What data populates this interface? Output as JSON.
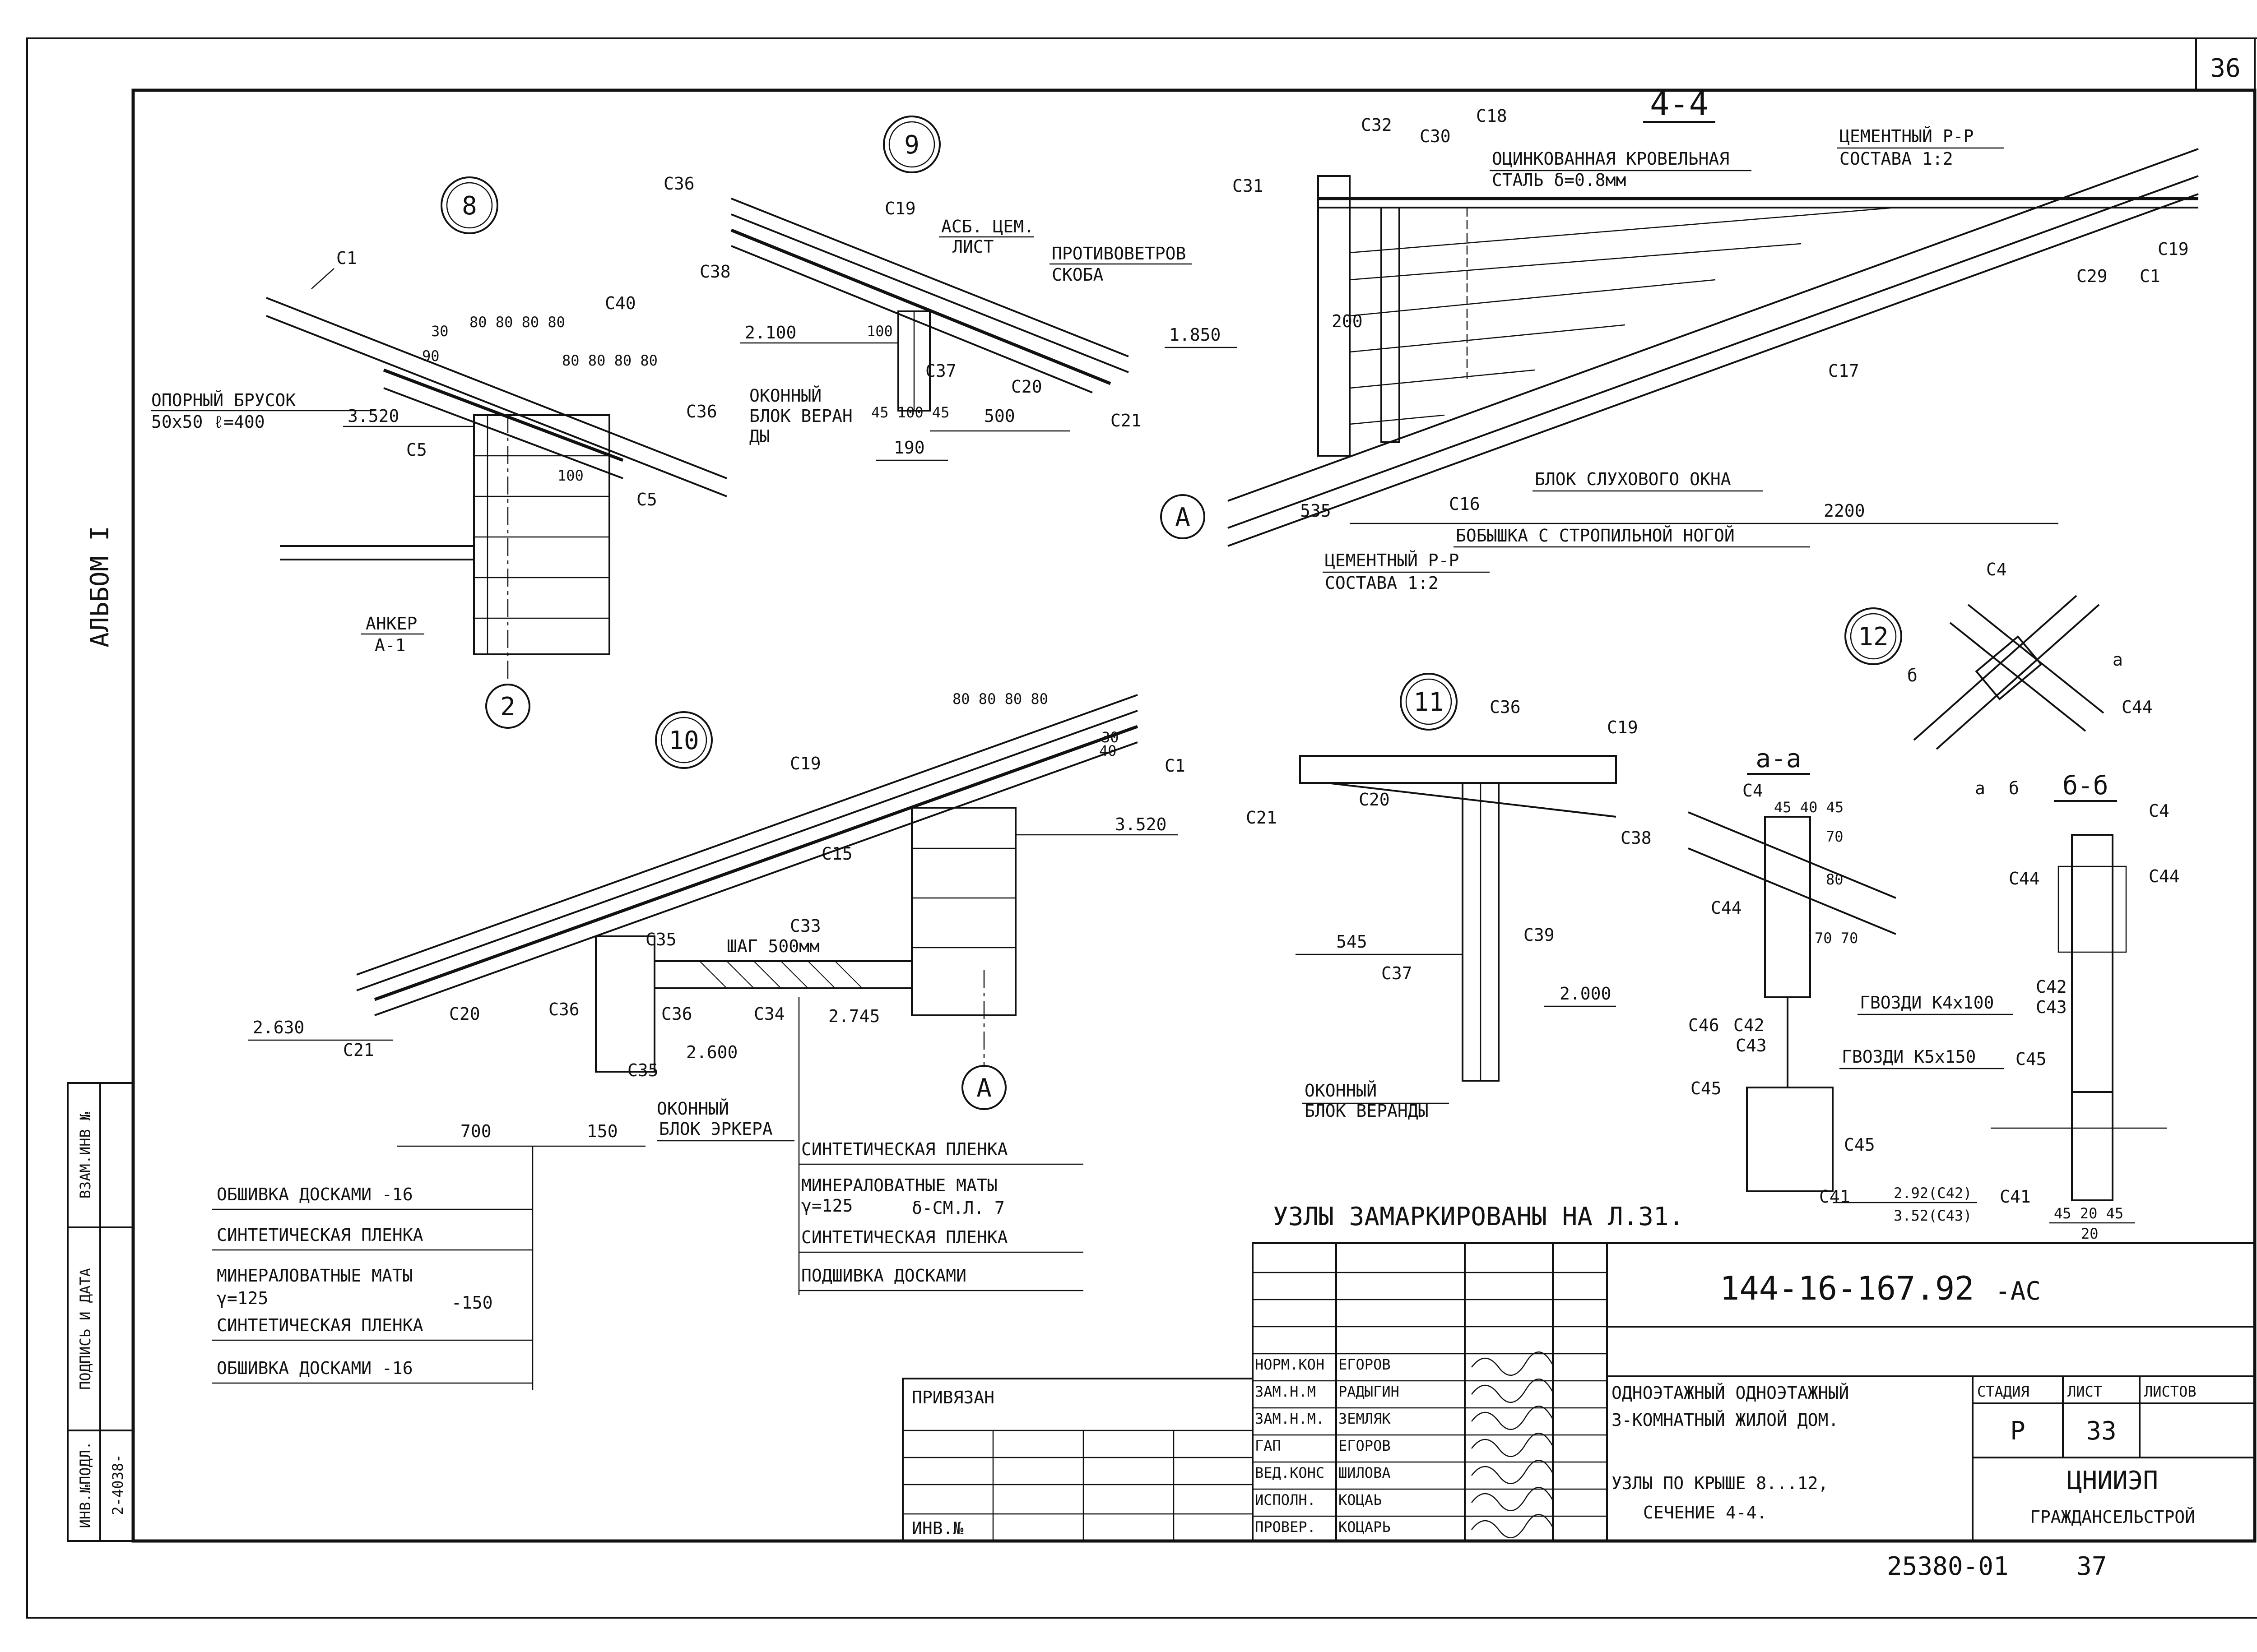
{
  "sheet": {
    "corner_number": "36",
    "album": "АЛЬБОМ I",
    "side_stamp": {
      "inv_podl": "ИНВ.№ПОДЛ.",
      "inv_value": "2-4038-",
      "podpis": "ПОДПИСЬ И ДАТА",
      "vzam": "ВЗАМ.ИНВ №"
    }
  },
  "detail8": {
    "number": "8",
    "labels": {
      "c1": "C1",
      "c40": "C40",
      "c36": "C36",
      "c5a": "C5",
      "c5b": "C5",
      "dims_top": "80 80 80 80",
      "dims_top2": "80 80 80 80",
      "d90": "90",
      "d30": "30",
      "brusok": "ОПОРНЫЙ БРУСОК",
      "brusok_size": "50x50 ℓ=400",
      "elev": "3.520",
      "d100": "100",
      "anker": "АНКЕР",
      "anker_code": "А-1",
      "axis": "2"
    }
  },
  "detail9": {
    "number": "9",
    "labels": {
      "c36": "C36",
      "c19": "C19",
      "asb": "АСБ. ЦЕМ.",
      "list": "ЛИСТ",
      "c38": "C38",
      "protiv": "ПРОТИВОВЕТРОВ",
      "skoba": "СКОБА",
      "elev1": "2.100",
      "elev2": "1.850",
      "d100": "100",
      "c37": "C37",
      "c20": "C20",
      "c21": "C21",
      "okno1": "ОКОННЫЙ",
      "okno2": "БЛОК ВЕРАН",
      "okno3": "ДЫ",
      "dims": "45 100 45",
      "d500": "500",
      "d190": "190"
    }
  },
  "section44": {
    "title": "4-4",
    "labels": {
      "c32": "C32",
      "c30": "C30",
      "c18": "C18",
      "c31": "C31",
      "steel1": "ОЦИНКОВАННАЯ КРОВЕЛЬНАЯ",
      "steel2": "СТАЛЬ  δ=0.8мм",
      "cem1": "ЦЕМЕНТНЫЙ Р-Р",
      "cem2": "СОСТАВА 1:2",
      "c19": "C19",
      "c29": "C29",
      "c1": "C1",
      "c17": "C17",
      "d200": "200",
      "blok": "БЛОК СЛУХОВОГО ОКНА",
      "axis": "А",
      "d535": "535",
      "c16": "C16",
      "d2200": "2200",
      "bobyshka": "БОБЫШКА С СТРОПИЛЬНОЙ НОГОЙ",
      "cem3": "ЦЕМЕНТНЫЙ Р-Р",
      "cem4": "СОСТАВА 1:2"
    }
  },
  "detail10": {
    "number": "10",
    "labels": {
      "c19": "C19",
      "dims": "80 80 80 80",
      "d40": "40",
      "d30": "30",
      "c1": "C1",
      "elev1": "3.520",
      "c15": "C15",
      "c35a": "C35",
      "c33": "C33",
      "shag": "ШАГ 500мм",
      "c36a": "C36",
      "c36b": "C36",
      "c34": "C34",
      "elev2": "2.745",
      "c20": "C20",
      "c21": "C21",
      "elev3": "2.630",
      "elev4": "2.600",
      "c35b": "C35",
      "okno1": "ОКОННЫЙ",
      "okno2": "БЛОК ЭРКЕРА",
      "axis": "А",
      "d700": "700",
      "d150": "150"
    }
  },
  "detail11": {
    "number": "11",
    "labels": {
      "c36": "C36",
      "c19": "C19",
      "c21": "C21",
      "c20": "C20",
      "c38": "C38",
      "d545": "545",
      "c39": "C39",
      "c37": "C37",
      "elev": "2.000",
      "okno1": "ОКОННЫЙ",
      "okno2": "БЛОК ВЕРАНДЫ"
    }
  },
  "detail12": {
    "number": "12",
    "labels": {
      "c4": "C4",
      "a": "а",
      "b": "б",
      "c44": "C44",
      "sec_a": "а",
      "sec_b": "б"
    }
  },
  "section_aa": {
    "title": "а-а",
    "labels": {
      "c4": "C4",
      "dims": "45 40 45",
      "d70a": "70",
      "d80": "80",
      "d70b": "70 70",
      "c44": "C44",
      "gvozdi1": "ГВОЗДИ К4х100",
      "c46": "C46",
      "c42": "C42",
      "c43": "C43",
      "c45a": "C45",
      "c45b": "C45",
      "gvozdi2": "ГВОЗДИ К5х150",
      "c41": "C41",
      "elev1": "2.92(C42)",
      "elev2": "3.52(C43)"
    }
  },
  "section_bb": {
    "title": "б-б",
    "labels": {
      "c4": "C4",
      "c44a": "C44",
      "c44b": "C44",
      "c42": "C42",
      "c43": "C43",
      "c45": "C45",
      "c41": "C41",
      "dims": "45 20 45",
      "d20": "20"
    }
  },
  "legend_left": {
    "rows": [
      "ОБШИВКА ДОСКАМИ -16",
      "СИНТЕТИЧЕСКАЯ ПЛЕНКА",
      "МИНЕРАЛОВАТНЫЕ МАТЫ",
      "γ=125",
      "-150",
      "СИНТЕТИЧЕСКАЯ ПЛЕНКА",
      "ОБШИВКА ДОСКАМИ -16"
    ]
  },
  "legend_right": {
    "rows": [
      "СИНТЕТИЧЕСКАЯ ПЛЕНКА",
      "МИНЕРАЛОВАТНЫЕ МАТЫ",
      "γ=125",
      "δ-СМ.Л. 7",
      "СИНТЕТИЧЕСКАЯ ПЛЕНКА",
      "ПОДШИВКА ДОСКАМИ"
    ]
  },
  "note": "УЗЛЫ ЗАМАРКИРОВАНЫ НА Л.31.",
  "title_block": {
    "code": "144-16-167.92",
    "code_suffix": "-АС",
    "privyazan": "ПРИВЯЗАН",
    "inv": "ИНВ.№",
    "roles": [
      "НОРМ.КОН",
      "ЗАМ.Н.М",
      "ЗАМ.Н.М.",
      "ГАП",
      "ВЕД.КОНС",
      "ИСПОЛН.",
      "ПРОВЕР."
    ],
    "names": [
      "ЕГОРОВ",
      "РАДЫГИН",
      "ЗЕМЛЯК",
      "ЕГОРОВ",
      "ШИЛОВА",
      "КОЦАЬ",
      "КОЦАРЬ"
    ],
    "building1": "ОДНОЭТАЖНЫЙ ОДНОЭТАЖНЫЙ",
    "building2": "3-КОМНАТНЫЙ ЖИЛОЙ ДОМ.",
    "sheet_title1": "УЗЛЫ ПО КРЫШЕ 8...12,",
    "sheet_title2": "СЕЧЕНИЕ 4-4.",
    "stage_h": "СТАДИЯ",
    "list_h": "ЛИСТ",
    "listov_h": "ЛИСТОВ",
    "stage": "Р",
    "list": "33",
    "org1": "ЦНИИЭП",
    "org2": "ГРАЖДАНСЕЛЬСТРОЙ",
    "footer_code": "25380-01",
    "footer_page": "37"
  }
}
